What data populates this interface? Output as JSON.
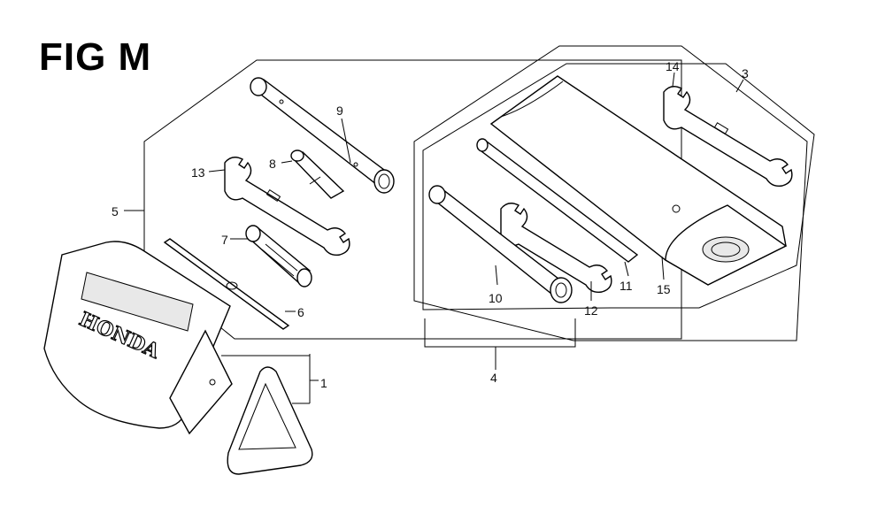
{
  "figure": {
    "title": "FIG M"
  },
  "brand": {
    "pouch_text": "HONDA"
  },
  "callouts": [
    {
      "id": "1",
      "label": "1"
    },
    {
      "id": "3",
      "label": "3"
    },
    {
      "id": "4",
      "label": "4"
    },
    {
      "id": "5",
      "label": "5"
    },
    {
      "id": "6",
      "label": "6"
    },
    {
      "id": "7",
      "label": "7"
    },
    {
      "id": "8",
      "label": "8"
    },
    {
      "id": "9",
      "label": "9"
    },
    {
      "id": "10",
      "label": "10"
    },
    {
      "id": "11",
      "label": "11"
    },
    {
      "id": "12",
      "label": "12"
    },
    {
      "id": "13",
      "label": "13"
    },
    {
      "id": "14",
      "label": "14"
    },
    {
      "id": "15",
      "label": "15"
    }
  ]
}
